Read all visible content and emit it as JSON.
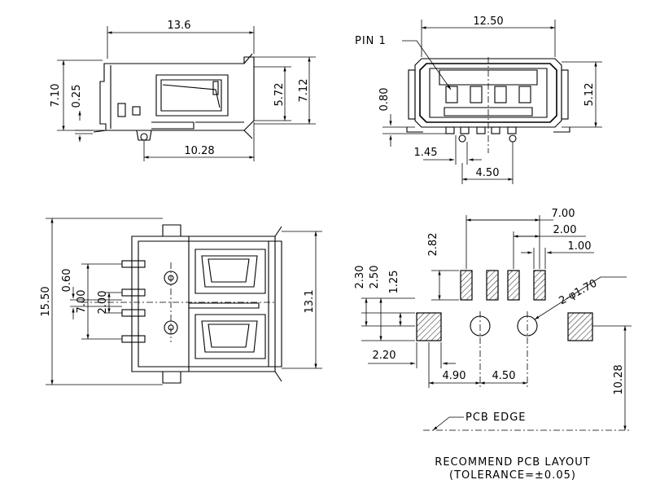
{
  "side_view": {
    "width": "13.6",
    "height_total": "7.10",
    "offset": "0.25",
    "inner_height": "5.72",
    "outer_height": "7.12",
    "depth": "10.28"
  },
  "front_view": {
    "width": "12.50",
    "pin_label": "PIN 1",
    "height": "5.12",
    "pin_offset": "0.80",
    "pitch_left": "1.45",
    "center_span": "4.50"
  },
  "top_view": {
    "overall": "15.50",
    "pin_span": "7.00",
    "pin_gap": "0.60",
    "pin_pitch": "2.00",
    "length": "13.1"
  },
  "pcb_layout": {
    "span_outer": "7.00",
    "pitch": "2.00",
    "pad_width": "1.00",
    "pad_height": "2.82",
    "v_2_30": "2.30",
    "v_2_50": "2.50",
    "v_1_25": "1.25",
    "hole_note": "2-φ1.70",
    "pad_left": "2.20",
    "dim_4_90": "4.90",
    "dim_4_50": "4.50",
    "edge_dist": "10.28",
    "edge_label": "PCB EDGE"
  },
  "footer": {
    "title": "RECOMMEND PCB LAYOUT",
    "tolerance": "(TOLERANCE=±0.05)"
  }
}
